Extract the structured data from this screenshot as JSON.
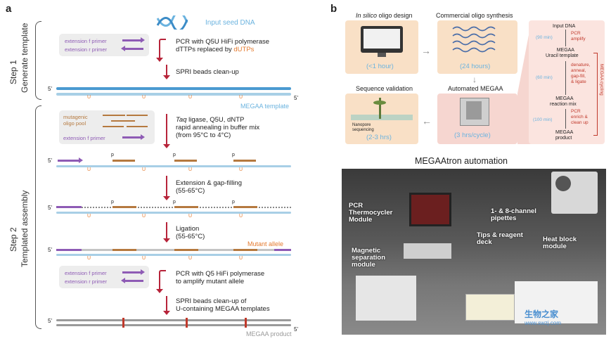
{
  "panel_a": {
    "letter": "a",
    "step1": "Step 1",
    "step1_sub": "Generate template",
    "step2": "Step 2",
    "step2_sub": "Templated assembly",
    "input_seed": "Input seed DNA",
    "ext_f": "extension f primer",
    "ext_r": "extension r primer",
    "pcr1_line1": "PCR with Q5U HiFi polymerase",
    "pcr1_line2a": "dTTPs replaced by ",
    "pcr1_line2b": "dUTPs",
    "spri1": "SPRI beads clean-up",
    "five": "5'",
    "megaa_template": "MEGAA template",
    "mutagenic": "mutagenic",
    "oligo_pool": "oligo pool",
    "ext_f2": "extension f primer",
    "taq_line1a": "Taq",
    "taq_line1b": " ligase, Q5U, dNTP",
    "taq_line2": "rapid annealing in buffer mix",
    "taq_line3": "(from 95°C to 4°C)",
    "p": "p",
    "u": "U",
    "ext_gap1": "Extension & gap-filling",
    "ext_gap2": "(55-65°C)",
    "lig1": "Ligation",
    "lig2": "(55-65°C)",
    "mutant_allele": "Mutant allele",
    "pcr2_line1": "PCR with Q5 HiFi polymerase",
    "pcr2_line2": "to amplify mutant allele",
    "spri2_line1": "SPRI beads clean-up of",
    "spri2_line2": "U-containing MEGAA templates",
    "megaa_product": "MEGAA product"
  },
  "panel_b": {
    "letter": "b",
    "design_a": "In silico",
    "design_b": " oligo design",
    "design_time": "(<1 hour)",
    "synth": "Commercial oligo synthesis",
    "synth_time": "(24 hours)",
    "automated": "Automated MEGAA",
    "auto_time": "(3 hrs/cycle)",
    "seqval": "Sequence validation",
    "seqval_time": "(2-3 hrs)",
    "nanopore1": "Nanopore",
    "nanopore2": "sequencing",
    "cycle": {
      "input": "Input DNA",
      "t1": "(90 min)",
      "s1a": "PCR",
      "s1b": "amplify",
      "n1a": "MEGAA",
      "n1b": "Uracil template",
      "t2": "(60 min)",
      "s2a": "denature,",
      "s2b": "anneal,",
      "s2c": "gap-fill,",
      "s2d": "& ligate",
      "n2a": "MEGAA",
      "n2b": "reaction mix",
      "t3": "(100 min)",
      "s3a": "PCR",
      "s3b": "enrich &",
      "s3c": "clean up",
      "n3a": "MEGAA",
      "n3b": "product",
      "side": "MEGAA cycling"
    },
    "atron_title": "MEGAAtron automation",
    "photo_labels": {
      "pcr": [
        "PCR",
        "Thermocycler",
        "Module"
      ],
      "pip": [
        "1- & 8-channel",
        "pipettes"
      ],
      "tips": [
        "Tips & reagent",
        "deck"
      ],
      "heat": [
        "Heat block",
        "module"
      ],
      "mag": [
        "Magnetic",
        "separation",
        "module"
      ]
    },
    "watermark_cn": "生物之家",
    "watermark_url": "www.swzj.com"
  },
  "colors": {
    "strand_blue": "#a8cfe6",
    "arrow_red": "#b7243a",
    "primer_purple": "#8e5bb5",
    "oligo_brown": "#b5793f",
    "mutation_red": "#c0392b",
    "gray_product": "#9a9a9a"
  }
}
